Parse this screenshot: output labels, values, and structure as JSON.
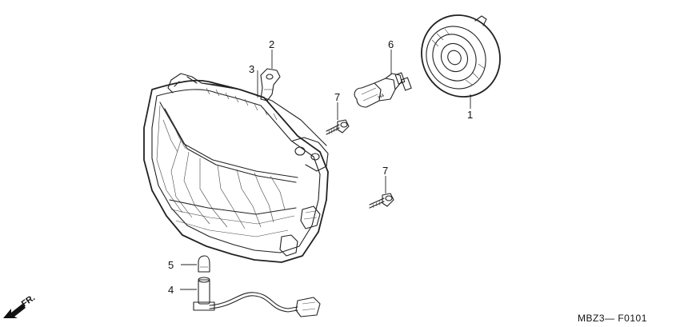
{
  "diagram": {
    "code": "MBZ3— F0101",
    "direction_label": "FR.",
    "callouts": [
      {
        "id": "callout-1",
        "number": "1"
      },
      {
        "id": "callout-2",
        "number": "2"
      },
      {
        "id": "callout-3",
        "number": "3"
      },
      {
        "id": "callout-4",
        "number": "4"
      },
      {
        "id": "callout-5",
        "number": "5"
      },
      {
        "id": "callout-6",
        "number": "6"
      },
      {
        "id": "callout-7a",
        "number": "7"
      },
      {
        "id": "callout-7b",
        "number": "7"
      }
    ]
  }
}
